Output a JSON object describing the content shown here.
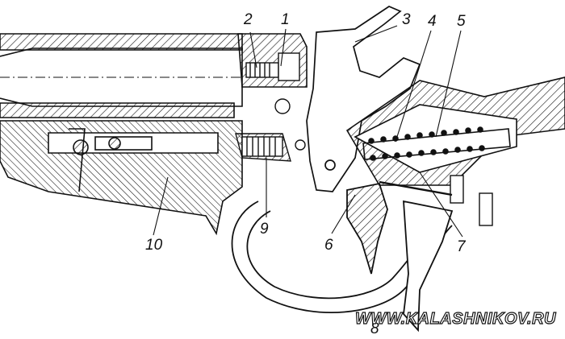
{
  "colors": {
    "ink": "#111111",
    "paper": "#ffffff"
  },
  "callouts": [
    {
      "id": "1",
      "label": "1"
    },
    {
      "id": "2",
      "label": "2"
    },
    {
      "id": "3",
      "label": "3"
    },
    {
      "id": "4",
      "label": "4"
    },
    {
      "id": "5",
      "label": "5"
    },
    {
      "id": "6",
      "label": "6"
    },
    {
      "id": "7",
      "label": "7"
    },
    {
      "id": "8",
      "label": "8"
    },
    {
      "id": "9",
      "label": "9"
    },
    {
      "id": "10",
      "label": "10"
    }
  ],
  "watermark": {
    "text": "WWW.KALASHNIKOV.RU"
  }
}
